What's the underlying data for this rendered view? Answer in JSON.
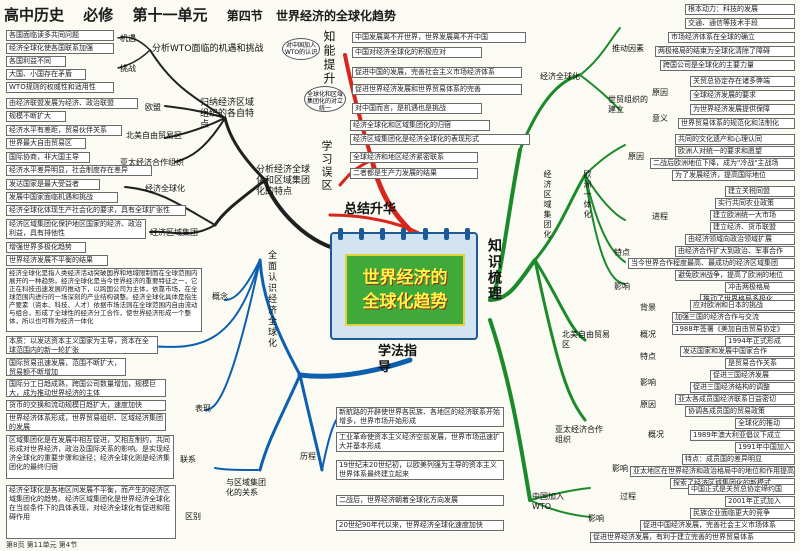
{
  "header": {
    "course": "高中历史",
    "type": "必修",
    "unit": "第十一单元",
    "section": "第四节",
    "topic": "世界经济的全球化趋势"
  },
  "center": {
    "title_line1": "世界经济的",
    "title_line2": "全球化趋势"
  },
  "quadrants": {
    "summary": "总结升华",
    "knowledge": "知识梳理",
    "guide": "学法指导"
  },
  "knowledge_lift": {
    "label": "知能提升",
    "note1": "对中国加入WTO的认识",
    "note2": "全球化和区域集团化的对立统一",
    "note3": "学习误区",
    "items": [
      "中国发展离不开世界，世界发展离不开中国",
      "中国对经济全球化的积极应对",
      "促进中国的发展，完善社会主义市场经济体系",
      "促进世界经济发展和世界贸易体系的完善",
      "对中国而言，是机遇也是挑战",
      "经济全球化和区域集团化的归宿",
      "经济区域集团化是经济全球化的表现形式",
      "全球经济和地区经济紧密联系",
      "二者都是生产力发展的结果"
    ]
  },
  "right": {
    "global": {
      "label": "经济全球化",
      "driver_label": "推动因素",
      "drivers": [
        "根本动力：科技的发展",
        "交通、通信等技术手段",
        "市场经济体系在全球的确立",
        "两极格局的结束为全球化清除了障碍",
        "跨国公司是全球化的主要力量"
      ],
      "wto_org": "世贸组织的建立",
      "wto_reason": "原因",
      "wto_reason_items": [
        "关贸总协定存在诸多弊端",
        "全球经济发展的要求"
      ],
      "wto_meaning": "意义",
      "wto_meaning_items": [
        "为世界经济发展提供保障",
        "世界贸易体系的规范化和法制化"
      ]
    },
    "regional": {
      "label": "经济区域集团化",
      "eu_label": "欧洲一体化",
      "eu_cause": "原因",
      "eu_cause_items": [
        "共同的文化遗产和心理认同",
        "欧洲人对统一的要求和愿望",
        "二战后欧洲地位下降，成为\"冷战\"主战场",
        "为了发展经济，提高国际地位"
      ],
      "eu_process": "进程",
      "eu_process_items": [
        "建立关税同盟",
        "实行共同农业政策",
        "建立欧洲统一大市场",
        "建立经济、货币联盟"
      ],
      "eu_feature": "特点",
      "eu_feature_items": [
        "由经济领域向政治领域扩展",
        "由经济合作扩大到政治、军事合作",
        "当今世界合作程度最高、最成功的经济区域集团"
      ],
      "eu_effect": "影响",
      "eu_effect_items": [
        "避免欧洲战争，提高了欧洲的地位",
        "冲击两极格局",
        "推动了世界格局多极化"
      ],
      "nafta_label": "北美自由贸易区",
      "nafta_bg": "背景",
      "nafta_bg_items": [
        "应对欧洲和日本的挑战",
        "加强三国的经济合作与交流"
      ],
      "nafta_over": "概况",
      "nafta_over_items": [
        "1988年签署《美加自由贸易协定》",
        "1994年正式形成"
      ],
      "nafta_feat": "特点",
      "nafta_feat_items": [
        "发达国家和发展中国家合作",
        "是贸易合作关系"
      ],
      "nafta_eff": "影响",
      "nafta_eff_items": [
        "促进三国经济发展",
        "促进三国经济结构的调整"
      ],
      "apec_label": "亚太经济合作组织",
      "apec_cause": "原因",
      "apec_cause_items": [
        "亚太各成员国经济联系日益密切",
        "协调各成员国的贸易政策"
      ],
      "apec_over": "概况",
      "apec_over_items": [
        "全球化的推动",
        "1989年澳大利亚倡议下成立",
        "1991年中国加入"
      ],
      "apec_eff": "影响",
      "apec_eff_items": [
        "特点：成员国的差异明显",
        "亚太地区在世界经济和政治格局中的地位和作用提高",
        "探索了经济区域集团化的新模式"
      ]
    },
    "wto": {
      "label": "中国加入WTO",
      "process": "过程",
      "process_items": [
        "中国正式是关贸总协定缔约国",
        "2001年正式加入"
      ],
      "effect": "影响",
      "effect_items": [
        "民族企业面临更大的竞争",
        "促进中国经济发展，完善社会主义市场体系",
        "促进世界经济发展，有利于建立完善的世界贸易体系"
      ]
    }
  },
  "left_top": {
    "wto_branch": "分析WTO面临的机遇和挑战",
    "opportunity": "机遇",
    "opp_items": [
      "各国面临读多共同问题",
      "经济全球化使各国联系加强",
      "各国利益不同"
    ],
    "challenge": "挑战",
    "chal_items": [
      "大国、小国存在矛盾",
      "WTO规则的权威性和适用性"
    ],
    "region_branch": "归纳经济区域组织的各自特点",
    "europe": "欧盟",
    "eu_items": [
      "由经济联盟发展为经济、政治联盟",
      "规模不断扩大"
    ],
    "nafta": "北美自由贸易区",
    "nafta_items": [
      "经济水平有差距，贸易伙伴关系",
      "世界最大自由贸易区"
    ],
    "apec": "亚太经济合作组织",
    "apec_items": [
      "国际协商，非大国主导",
      "经济水平差异明显，社会制度存在差异"
    ]
  },
  "left_mid": {
    "analysis_branch": "分析经济全球化和区域集团化的特点",
    "global_label": "经济全球化",
    "global_items": [
      "发达国家是最大受益者",
      "发展中国家面临机遇和挑战",
      "经济全球化体现生产社会化的要求，具有全球扩张性"
    ],
    "regional_label": "经济区域集团",
    "regional_items": [
      "经济区域集团化保护地区国家的经济、政治利益，具有排他性",
      "增强世界多极化趋势",
      "世界经济发展不平衡的结果"
    ]
  },
  "left_bottom": {
    "vertical_label": "全面认识经济全球化",
    "concept_label": "概念",
    "concept_text": "经济全球化是指人类经济活动突破国界和地域限制而在全球范围内展开的一种趋势。经济全球化是当今世界经济的重要特征之一，它正在科技迅速发展的推动下，以跨国公司为主体，依靠市场，在全球范围内进行的一场深刻的产业结构调整。经济全球化具体是指生产要素（资本、科技、人才）依据市场法则在全球范围内自由流动与组合，形成了全球性的经济分工合作，使世界经济形成一个整体，所以也可称为经济一体化",
    "essence_text": "本质：以发达资本主义国家为主导，资本在全球范围内的新一轮扩张",
    "expression_label": "表现",
    "expression_items": [
      "国际贸易迅速发展，范围不断扩大，贸易额不断增加",
      "国际分工日趋成熟，跨国公司数量增加，规模巨大，成为推动世界经济的主体",
      "货币的交换和流动规模日趋扩大，速度加快",
      "世界经济体系形成，世界贸易组织、区域经济集团的发展"
    ],
    "contact_label": "联系",
    "difference_label": "区别",
    "relation_branch": "与区域集团化的关系",
    "contact_text": "区域集团化是在发展中相互促进，又相互制约，共同形成对世界经济，政治及国际关系的影响。是实现经济全球化的重要步骤和途径；经济全球化则是经济集团化的最终归宿",
    "difference_text": "经济全球化是各地区间发展不平衡，而产生的经济区域集团化的趋势。经济区域集团化是世界经济全球化在当前条件下的具体表现，对经济全球化有促进和阻碍作用",
    "history_label": "历程",
    "history_items": [
      "新航路的开辟使世界各民族、各地区的经济联系开始增多，世界市场开始形成",
      "工业革命使资本主义经济空前发展，世界市场迅速扩大并基本形成",
      "19世纪末20世纪初，以欧美列强为主导的资本主义世界体系最终建立起来",
      "二战后，世界经济朝着全球化方向发展",
      "20世纪90年代以来，世界经济全球化速度加快"
    ],
    "footer": "第8页 第11单元 第4节"
  }
}
